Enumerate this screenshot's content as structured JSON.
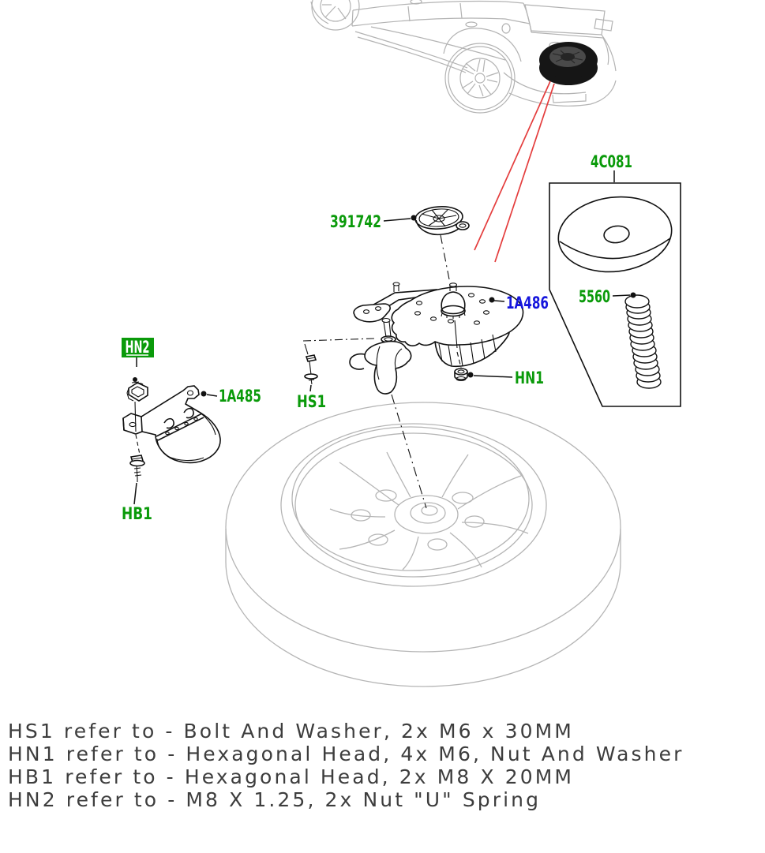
{
  "diagram": {
    "type": "spare-wheel-winch-parts-diagram",
    "colors": {
      "label_green": "#0a9a0a",
      "label_blue": "#1515dd",
      "leader_red": "#e43d3d",
      "line_black": "#111111",
      "car_gray": "#b3b3b3",
      "note_gray": "#3d3d3d",
      "hn2_badge_bg": "#0a9a0a",
      "hn2_badge_text": "#ffffff"
    },
    "part_labels": {
      "winch_cover_box": "4C081",
      "spring": "5560",
      "cap": "391742",
      "winch": "1A486",
      "u_nut": "HN2",
      "bracket": "1A485",
      "bolt_washer": "HS1",
      "hex_nut": "HN1",
      "hex_bolt": "HB1"
    },
    "notes": [
      "HS1 refer to - Bolt And Washer, 2x M6 x 30MM",
      "HN1 refer to - Hexagonal Head, 4x M6, Nut And Washer",
      "HB1 refer to - Hexagonal Head, 2x M8 X 20MM",
      "HN2 refer to - M8 X 1.25, 2x Nut \"U\" Spring"
    ]
  }
}
